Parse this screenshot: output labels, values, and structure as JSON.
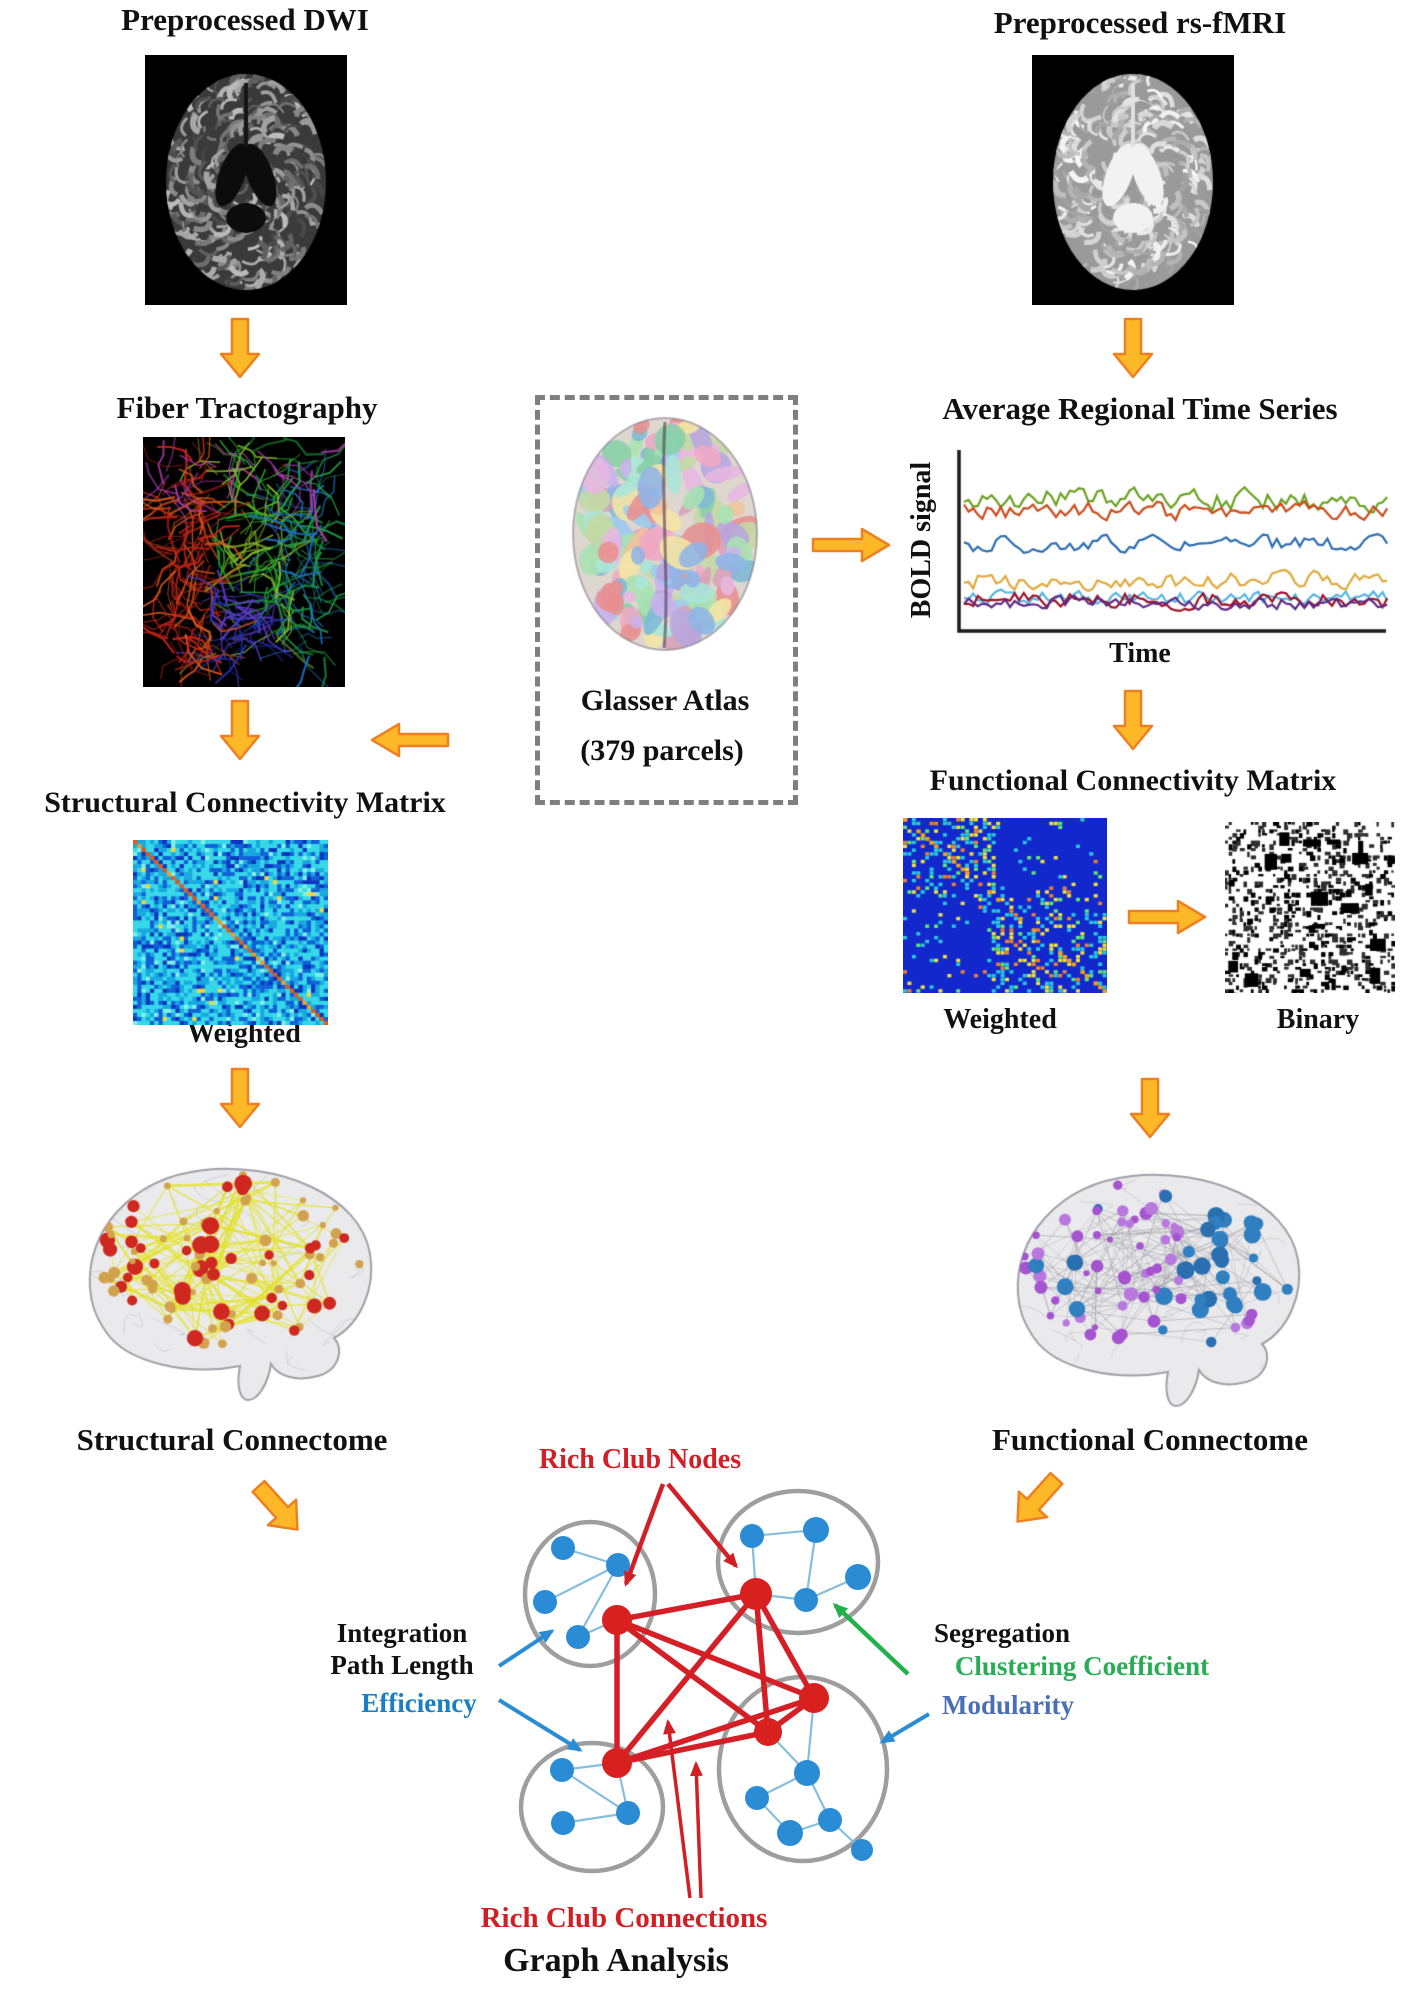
{
  "left": {
    "dwi_title": "Preprocessed DWI",
    "fiber_title": "Fiber Tractography",
    "matrix_title": "Structural Connectivity Matrix",
    "weighted_label": "Weighted",
    "connectome_label": "Structural Connectome"
  },
  "middle": {
    "atlas_title": "Glasser Atlas",
    "atlas_parcels": "(379 parcels)"
  },
  "right": {
    "fmri_title": "Preprocessed rs-fMRI",
    "timeseries_title": "Average Regional Time Series",
    "ylabel": "BOLD signal",
    "xlabel": "Time",
    "matrix_title": "Functional Connectivity Matrix",
    "weighted_label": "Weighted",
    "binary_label": "Binary",
    "connectome_label": "Functional Connectome"
  },
  "graph": {
    "rich_club_nodes": "Rich Club Nodes",
    "integration": "Integration",
    "path_length": "Path Length",
    "efficiency": "Efficiency",
    "segregation": "Segregation",
    "clustering": "Clustering Coefficient",
    "modularity": "Modularity",
    "rich_club_connections": "Rich Club Connections",
    "title": "Graph Analysis"
  },
  "colors": {
    "flow_arrow_fill": "#FDB827",
    "flow_arrow_stroke": "#EE8022",
    "rich_club_red": "#D21F26",
    "module_node_blue": "#2A8CD4",
    "cluster_outline_gray": "#9E9E9E",
    "efficiency_blue": "#1B7EC2",
    "clustering_green": "#27AE55",
    "modularity_slate": "#4A6FB5"
  },
  "chart_data": {
    "type": "line",
    "title": "Average Regional Time Series",
    "xlabel": "Time",
    "ylabel": "BOLD signal",
    "x_ticks": [],
    "y_ticks": [],
    "grid": false,
    "legend_position": "none",
    "note": "seven overlapping noisy BOLD traces; values not labeled in figure",
    "series": [
      {
        "name": "green trace",
        "color": "#6AA121",
        "band": "upper"
      },
      {
        "name": "orange-red trace",
        "color": "#CC4A1B",
        "band": "upper"
      },
      {
        "name": "blue trace",
        "color": "#2B6CB0",
        "band": "middle"
      },
      {
        "name": "gold trace",
        "color": "#E0A93C",
        "band": "lower"
      },
      {
        "name": "sky-blue trace",
        "color": "#56B4E0",
        "band": "lower"
      },
      {
        "name": "dark-red trace",
        "color": "#9C1127",
        "band": "lower"
      },
      {
        "name": "purple trace",
        "color": "#5F2A84",
        "band": "lower"
      }
    ]
  }
}
